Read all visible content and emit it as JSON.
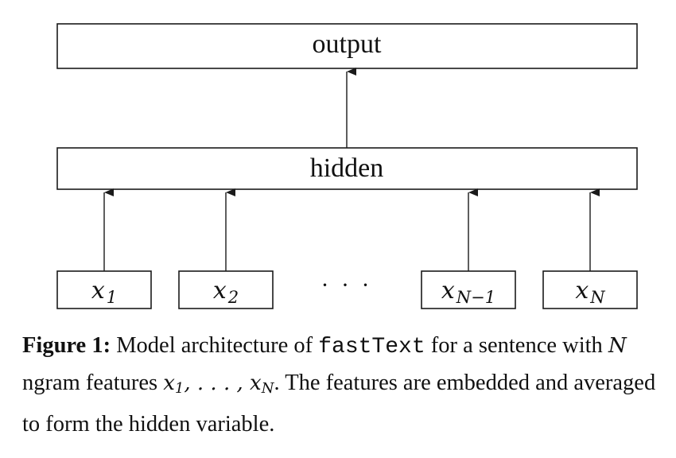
{
  "diagram": {
    "nodes": {
      "output": "output",
      "hidden": "hidden",
      "inputs": [
        {
          "base": "x",
          "sub": "1"
        },
        {
          "base": "x",
          "sub": "2"
        },
        {
          "base": "x",
          "sub": "N−1"
        },
        {
          "base": "x",
          "sub": "N"
        }
      ],
      "ellipsis": "· · ·"
    }
  },
  "caption": {
    "label": "Figure 1:",
    "text_1": " Model architecture of ",
    "code": "fastText",
    "text_2": " for a sentence with ",
    "N": "N",
    "text_3": " ngram features ",
    "x1_base": "x",
    "x1_sub": "1",
    "dots": ", . . . , ",
    "xN_base": "x",
    "xN_sub": "N",
    "text_4": ". The features are embedded and averaged to form the hidden variable."
  }
}
